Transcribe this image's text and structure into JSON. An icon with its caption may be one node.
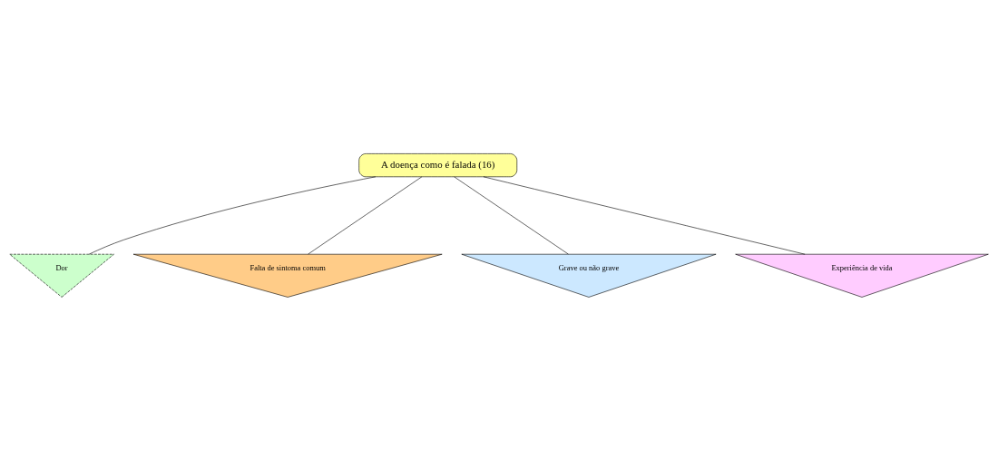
{
  "diagram": {
    "nodes": [
      {
        "text": [
          "A doença como é falada (16)"
        ]
      },
      {
        "text": [
          "Dor"
        ]
      },
      {
        "text": [
          "Falta de sintoma comum"
        ]
      },
      {
        "text": [
          "Grave ou não grave"
        ]
      },
      {
        "text": [
          "Experiência de vida"
        ]
      }
    ],
    "edges": [
      {
        "from": 0,
        "to": 1,
        "arrow": "none"
      },
      {
        "from": 0,
        "to": 2,
        "arrow": "none"
      },
      {
        "from": 0,
        "to": 3,
        "arrow": "none"
      },
      {
        "from": 0,
        "to": 4,
        "arrow": "none"
      }
    ]
  }
}
